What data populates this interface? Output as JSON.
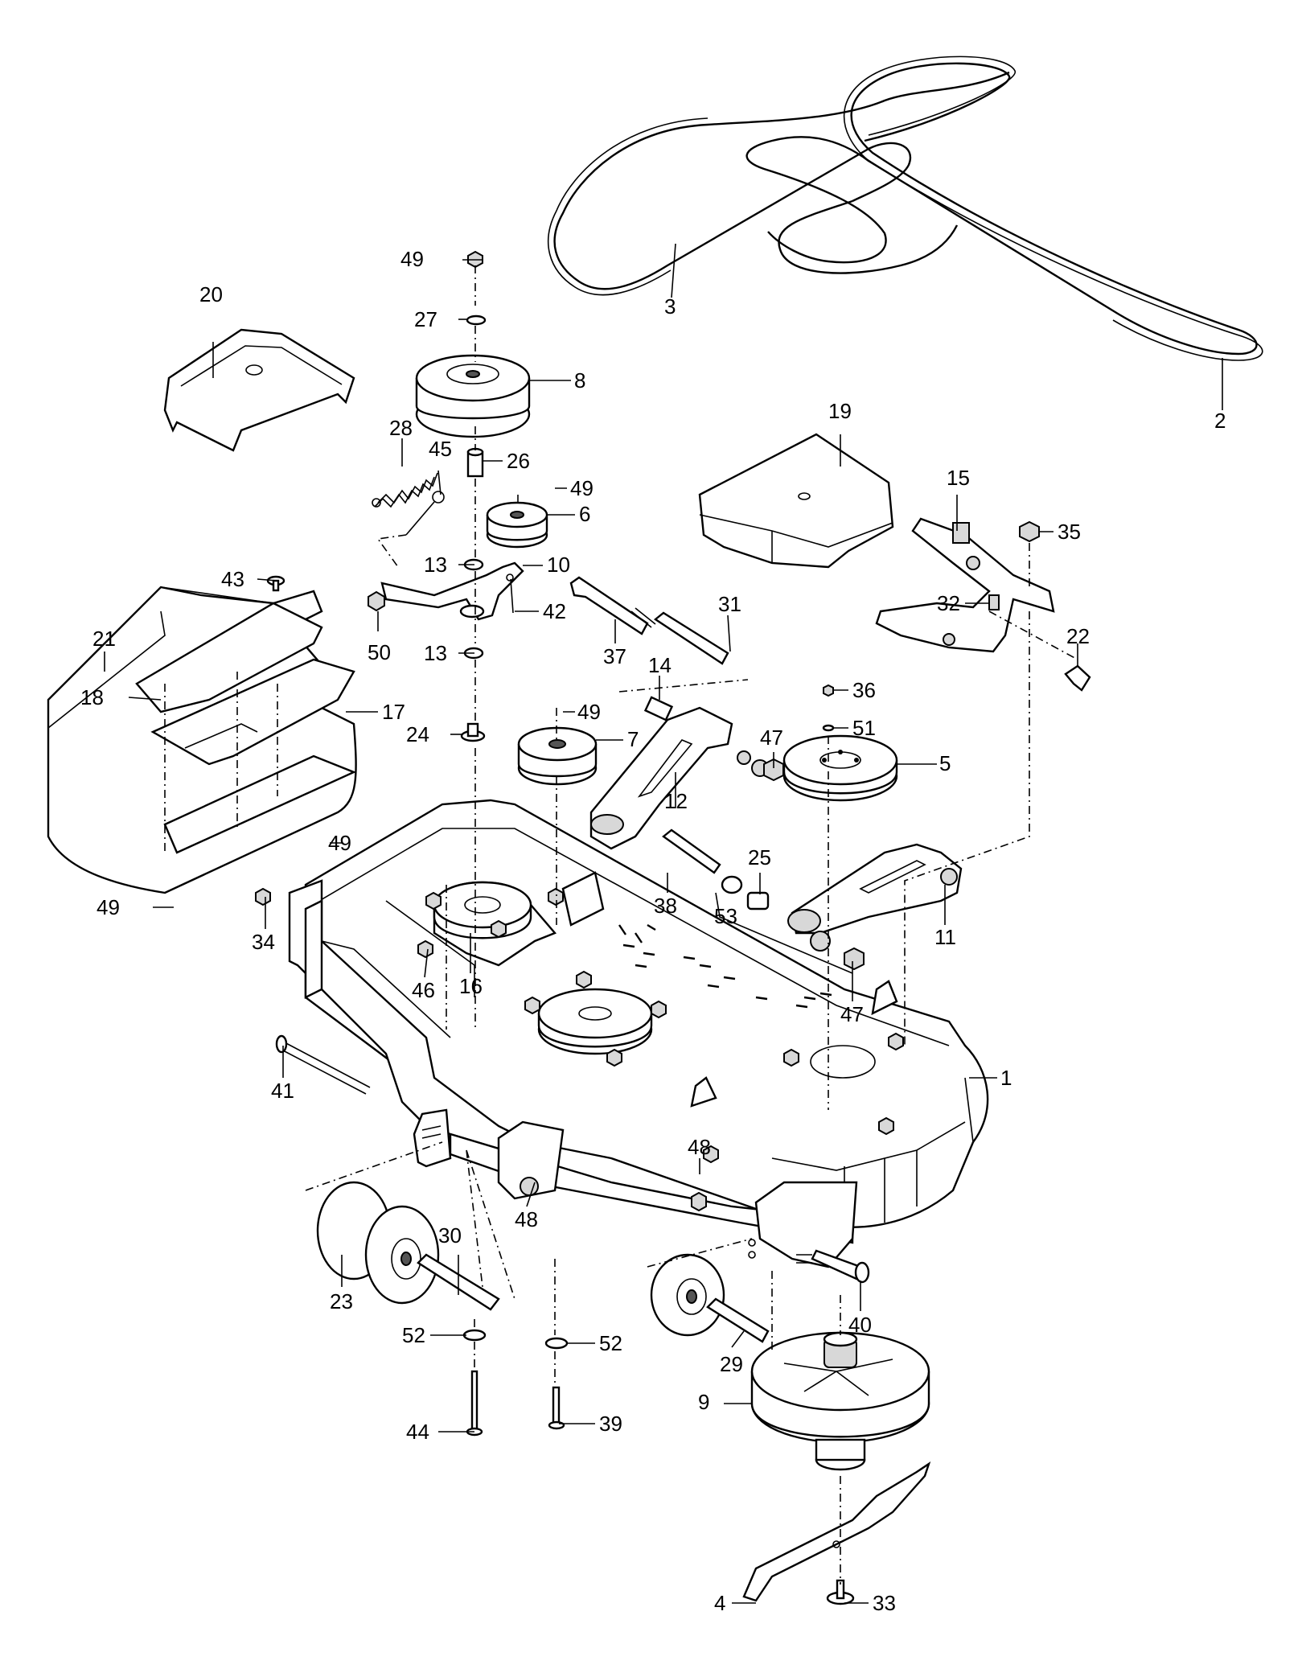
{
  "diagram": {
    "callouts": [
      "1",
      "2",
      "3",
      "4",
      "5",
      "6",
      "7",
      "8",
      "9",
      "10",
      "11",
      "12",
      "13",
      "14",
      "15",
      "16",
      "17",
      "18",
      "19",
      "20",
      "21",
      "22",
      "23",
      "24",
      "25",
      "26",
      "27",
      "28",
      "29",
      "30",
      "31",
      "32",
      "33",
      "34",
      "35",
      "36",
      "37",
      "38",
      "39",
      "40",
      "41",
      "42",
      "43",
      "44",
      "45",
      "46",
      "47",
      "48",
      "49",
      "50",
      "51",
      "52",
      "53"
    ],
    "parts": {
      "deck_housing": "1",
      "belt_long": "2",
      "belt_short": "3",
      "blade": "4",
      "spindle_pulley_right": "5",
      "idler_pulley_small": "6",
      "idler_pulley_mid": "7",
      "double_pulley": "8",
      "spindle_housing": "9",
      "idler_arm": "10",
      "tension_arm_lower": "11",
      "tension_arm_upper": "12",
      "spacer": "13",
      "bushing_small": "14",
      "bracket_right": "15",
      "pulley_bracket": "16",
      "cover_plate_left": "17",
      "latch": "18",
      "belt_cover_right": "19",
      "belt_cover_top": "20",
      "belt_cover_left": "21",
      "clip": "22",
      "gauge_wheel_left": "23",
      "washer_flat": "24",
      "bushing": "25",
      "spacer_tube": "26",
      "washer": "27",
      "spring": "28",
      "axle_right": "29",
      "axle_left": "30",
      "sleeve": "31",
      "nut_clip": "32",
      "blade_bolt": "33",
      "bolt_34": "34",
      "bolt_35": "35",
      "bolt_36": "36",
      "shoulder_bolt": "37",
      "bolt_38": "38",
      "bolt_39": "39",
      "pin_40": "40",
      "pin_41": "41",
      "bolt_42": "42",
      "rivet_43": "43",
      "bolt_44": "44",
      "eyebolt": "45",
      "bolt_46": "46",
      "nut_47": "47",
      "nut_48": "48",
      "nut_49": "49",
      "nut_50": "50",
      "washer_51": "51",
      "washer_52": "52",
      "washer_53": "53"
    }
  }
}
